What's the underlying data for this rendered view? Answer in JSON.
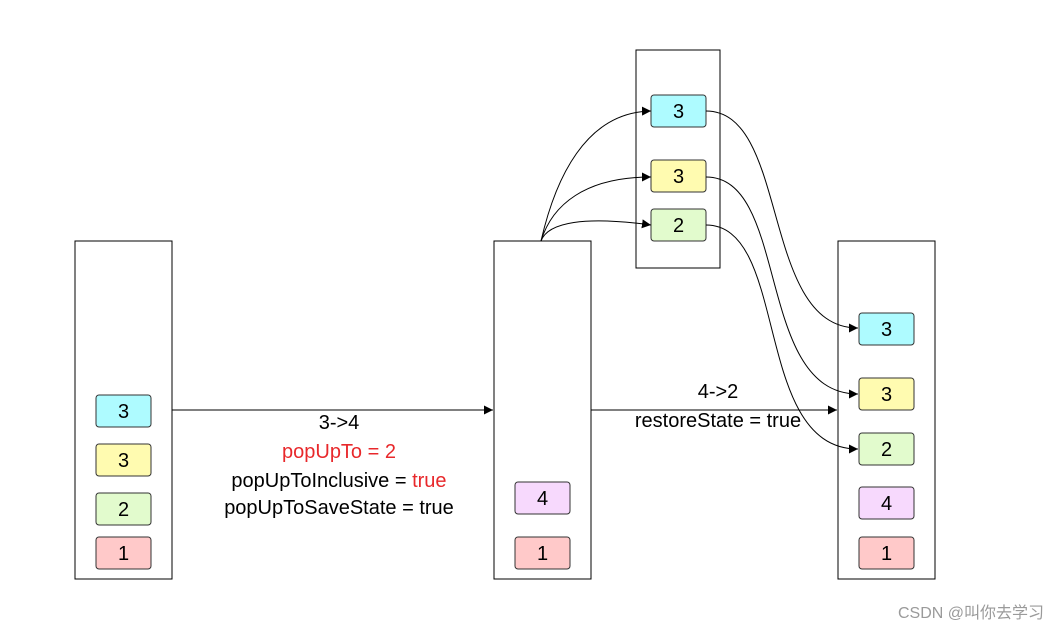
{
  "colors": {
    "cyan": "#aefbff",
    "yellow": "#fffbb0",
    "green": "#e2fbcd",
    "purple": "#f7d9fd",
    "red": "#ffc9c9",
    "highlight_text": "#e8282b",
    "normal_text": "#000000"
  },
  "stacks": {
    "left": {
      "items": [
        {
          "label": "3",
          "color": "cyan"
        },
        {
          "label": "3",
          "color": "yellow"
        },
        {
          "label": "2",
          "color": "green"
        },
        {
          "label": "1",
          "color": "red"
        }
      ]
    },
    "middle": {
      "items": [
        {
          "label": "4",
          "color": "purple"
        },
        {
          "label": "1",
          "color": "red"
        }
      ]
    },
    "saved": {
      "items": [
        {
          "label": "3",
          "color": "cyan"
        },
        {
          "label": "3",
          "color": "yellow"
        },
        {
          "label": "2",
          "color": "green"
        }
      ]
    },
    "right": {
      "items": [
        {
          "label": "3",
          "color": "cyan"
        },
        {
          "label": "3",
          "color": "yellow"
        },
        {
          "label": "2",
          "color": "green"
        },
        {
          "label": "4",
          "color": "purple"
        },
        {
          "label": "1",
          "color": "red"
        }
      ]
    }
  },
  "annotations": {
    "first": {
      "lines": [
        {
          "parts": [
            {
              "text": "3->4",
              "highlight": false
            }
          ]
        },
        {
          "parts": [
            {
              "text": "popUpTo = 2",
              "highlight": true
            }
          ]
        },
        {
          "parts": [
            {
              "text": "popUpToInclusive = ",
              "highlight": false
            },
            {
              "text": "true",
              "highlight": true
            }
          ]
        },
        {
          "parts": [
            {
              "text": "popUpToSaveState = true",
              "highlight": false
            }
          ]
        }
      ]
    },
    "second": {
      "lines": [
        {
          "parts": [
            {
              "text": "4->2",
              "highlight": false
            }
          ]
        },
        {
          "parts": [
            {
              "text": "restoreState = true",
              "highlight": false
            }
          ]
        }
      ]
    }
  },
  "watermark": "CSDN @叫你去学习"
}
